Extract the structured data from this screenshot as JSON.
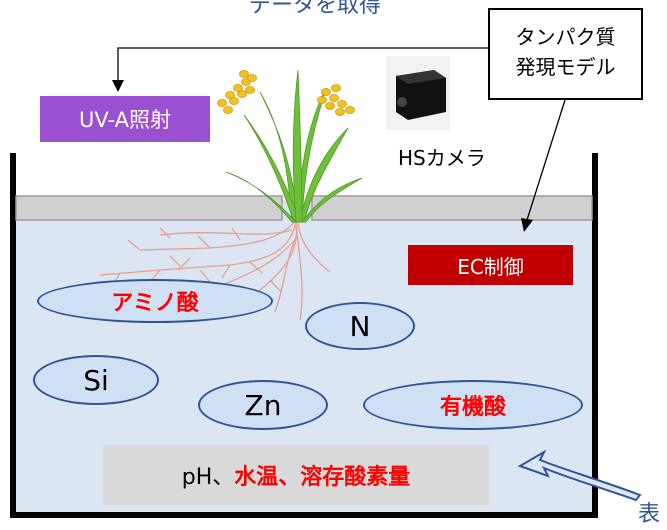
{
  "header": {
    "title": "データを取得"
  },
  "labels": {
    "uv": "UV-A照射",
    "model_line1": "タンパク質",
    "model_line2": "発現モデル",
    "hs_camera": "HSカメラ",
    "ec": "EC制御"
  },
  "nutrients": {
    "amino": "アミノ酸",
    "n": "N",
    "si": "Si",
    "zn": "Zn",
    "organic": "有機酸"
  },
  "info": {
    "ph": "pH、",
    "red": "水温、溶存酸素量"
  },
  "bottom": {
    "partial": "表"
  },
  "colors": {
    "water": "#dce6f2",
    "ellipse_fill": "#cfe0f5",
    "ellipse_border": "#2f5597",
    "uv": "#9b4fd1",
    "ec": "#c00000",
    "title": "#2f5597",
    "root": "#e5a08c",
    "plant": "#6fbf3a",
    "grain": "#f2c31b"
  }
}
